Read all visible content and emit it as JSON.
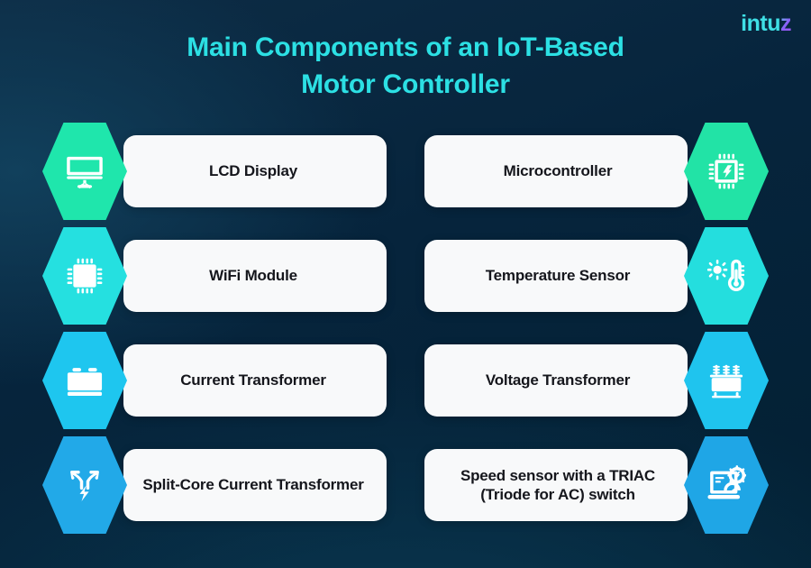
{
  "brand": {
    "name_main": "intu",
    "name_accent": "z",
    "accent_color": "#8b5cf6",
    "base_color": "#3fe0e6"
  },
  "title": {
    "line1": "Main Components of an IoT-Based",
    "line2": "Motor Controller",
    "color": "#2ce0e4"
  },
  "background": {
    "from": "#0d2c45",
    "to": "#032033"
  },
  "cards": [
    {
      "label": "LCD Display",
      "icon": "monitor-icon",
      "side": "left",
      "color": "#1fe6ac"
    },
    {
      "label": "Microcontroller",
      "icon": "chip-icon",
      "side": "right",
      "color": "#22e3a6"
    },
    {
      "label": "WiFi Module",
      "icon": "wifi-chip-icon",
      "side": "left",
      "color": "#25e0e0"
    },
    {
      "label": "Temperature Sensor",
      "icon": "thermometer-icon",
      "side": "right",
      "color": "#24dede"
    },
    {
      "label": "Current Transformer",
      "icon": "battery-bolt-icon",
      "side": "left",
      "color": "#1ec6ef"
    },
    {
      "label": "Voltage Transformer",
      "icon": "transformer-icon",
      "side": "right",
      "color": "#1fc4ee"
    },
    {
      "label": "Split-Core Current Transformer",
      "icon": "split-core-icon",
      "side": "left",
      "color": "#22a9e8"
    },
    {
      "label": "Speed sensor with a TRIAC (Triode for AC) switch",
      "icon": "speed-sensor-icon",
      "side": "right",
      "color": "#1fa6e6"
    }
  ]
}
